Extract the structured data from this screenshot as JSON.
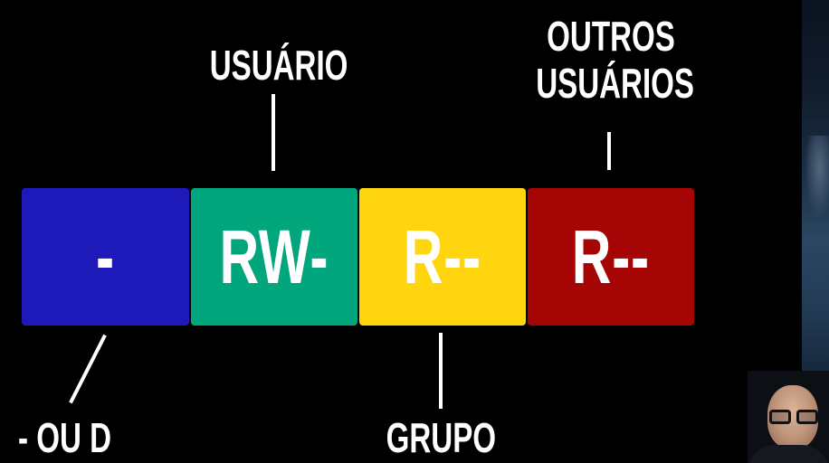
{
  "permission_diagram": {
    "boxes": [
      {
        "text": "-",
        "color": "#1d1ab9"
      },
      {
        "text": "RW-",
        "color": "#02a67d"
      },
      {
        "text": "R--",
        "color": "#fed50e"
      },
      {
        "text": "R--",
        "color": "#a60505"
      }
    ],
    "labels": {
      "user": "USUÁRIO",
      "other_line1": "OUTROS",
      "other_line2": "USUÁRIOS",
      "group": "GRUPO",
      "type": "- OU D"
    }
  },
  "webcam": {
    "icon": "presenter-webcam"
  }
}
